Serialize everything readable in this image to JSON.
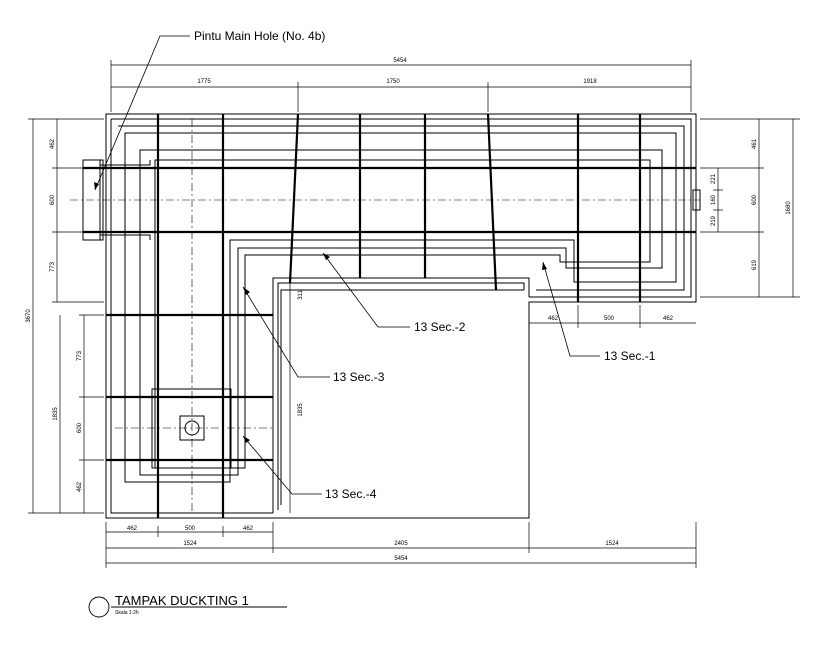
{
  "callouts": {
    "main_hole": "Pintu Main Hole (No. 4b)",
    "sec1": "13 Sec.-1",
    "sec2": "13 Sec.-2",
    "sec3": "13 Sec.-3",
    "sec4": "13 Sec.-4"
  },
  "title": {
    "name": "TAMPAK DUCKTING 1",
    "scale": "Skala 1:2h"
  },
  "dimensions": {
    "top_total": "5454",
    "top_seg1": "1775",
    "top_seg2": "1750",
    "top_seg3": "1918",
    "bottom_total": "5454",
    "bottom_seg1": "1524",
    "bottom_seg2": "2405",
    "bottom_seg3": "1524",
    "bottom_sub1": "462",
    "bottom_sub2": "500",
    "bottom_sub3": "462",
    "left_total": "3670",
    "left_a1": "462",
    "left_a2": "600",
    "left_a3": "773",
    "left_b_total": "1835",
    "left_b1": "773",
    "left_b2": "600",
    "left_b3": "462",
    "right_total": "1680",
    "right_a1": "461",
    "right_a2": "600",
    "right_a3": "619",
    "right_b1": "221",
    "right_b2": "160",
    "right_b3": "219",
    "mid_a": "462",
    "mid_b": "500",
    "mid_c": "462",
    "inner_311": "311",
    "inner_1835": "1835"
  }
}
